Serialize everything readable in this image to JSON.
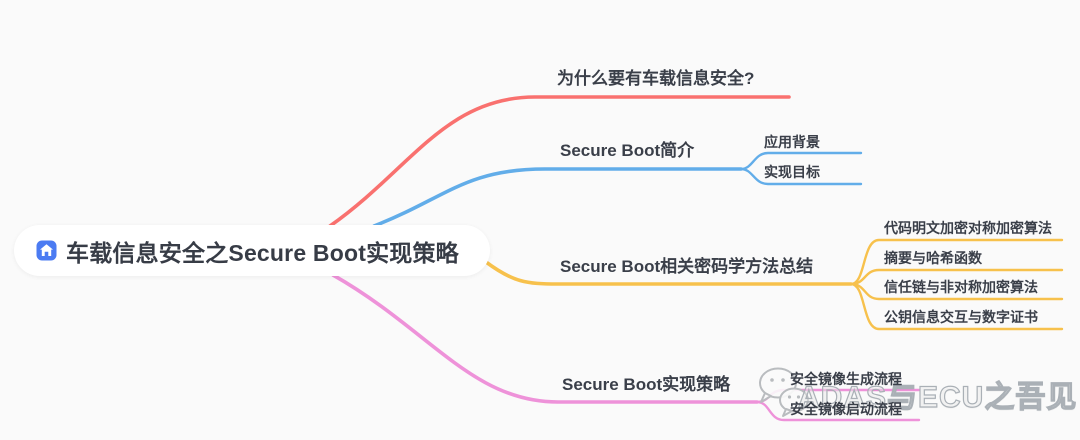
{
  "page": {
    "background_color": "#fafafa",
    "text_color": "#3a3f49"
  },
  "root": {
    "label": "车载信息安全之Secure Boot实现策略",
    "icon": "home-icon",
    "icon_color": "#4b7bf2",
    "node_background": "#ffffff"
  },
  "branches": [
    {
      "label": "为什么要有车载信息安全?",
      "color": "#f9716f",
      "children": []
    },
    {
      "label": "Secure Boot简介",
      "color": "#62ade9",
      "children": [
        {
          "label": "应用背景"
        },
        {
          "label": "实现目标"
        }
      ]
    },
    {
      "label": "Secure Boot相关密码学方法总结",
      "color": "#f7c14c",
      "children": [
        {
          "label": "代码明文加密对称加密算法"
        },
        {
          "label": "摘要与哈希函数"
        },
        {
          "label": "信任链与非对称加密算法"
        },
        {
          "label": "公钥信息交互与数字证书"
        }
      ]
    },
    {
      "label": "Secure Boot实现策略",
      "color": "#ee92d9",
      "children": [
        {
          "label": "安全镜像生成流程"
        },
        {
          "label": "安全镜像启动流程"
        }
      ]
    }
  ],
  "watermark": {
    "text": "ADAS与ECU之吾见",
    "icon": "wechat-icon"
  }
}
